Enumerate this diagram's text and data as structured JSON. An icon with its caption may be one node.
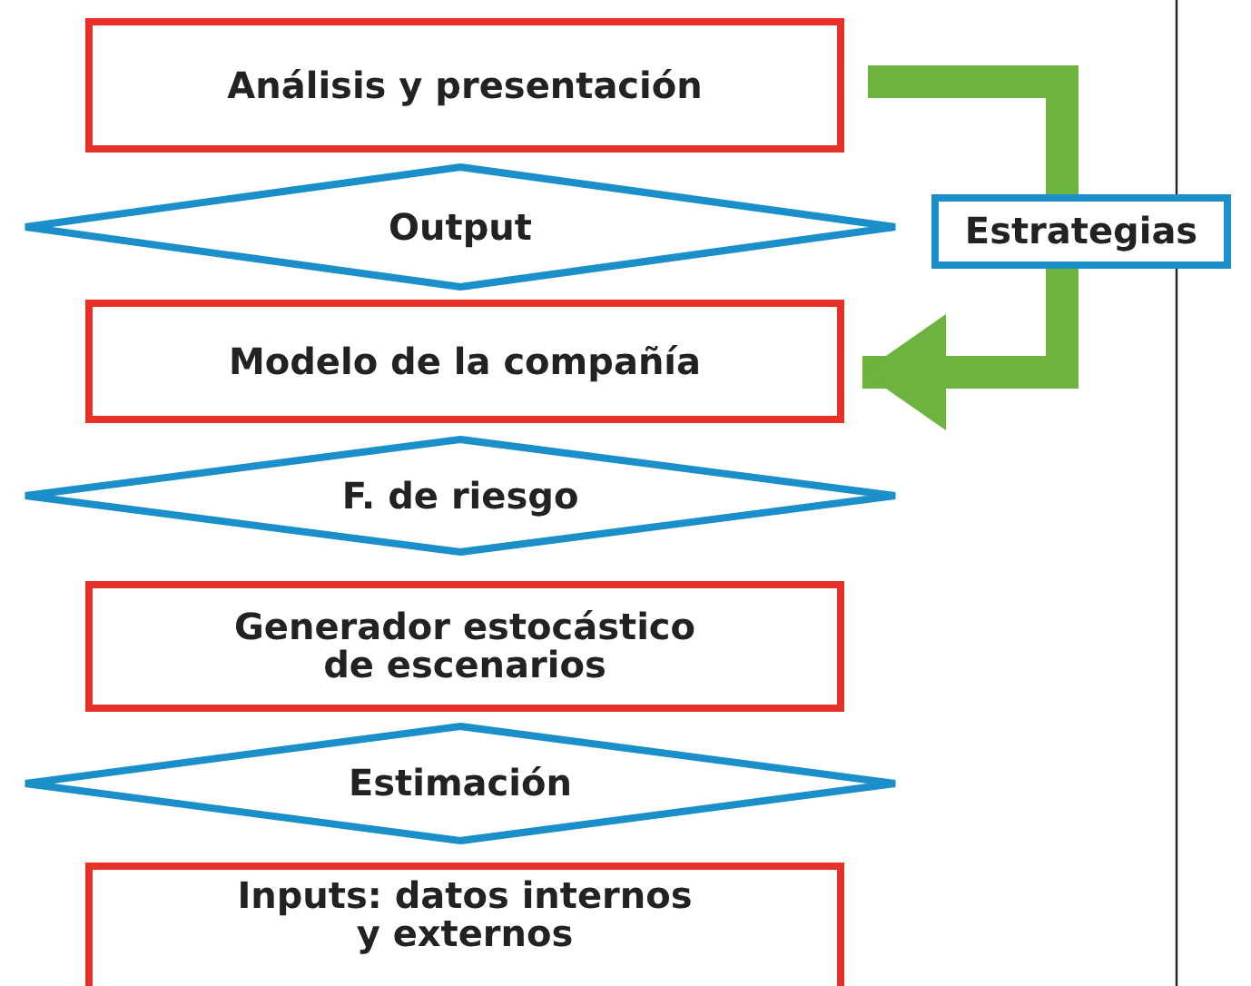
{
  "diagram": {
    "nodes": [
      {
        "text": [
          "Análisis y presentación"
        ]
      },
      {
        "text": [
          "Output"
        ]
      },
      {
        "text": [
          "Modelo de la compañía"
        ]
      },
      {
        "text": [
          "F. de riesgo"
        ]
      },
      {
        "text": [
          "Generador estocástico de escenarios"
        ]
      },
      {
        "text": [
          "Estimación"
        ]
      },
      {
        "text": [
          "Inputs: datos internos y externos"
        ]
      },
      {
        "text": [
          "Estrategias"
        ]
      }
    ],
    "edges": [
      {
        "from": 0,
        "to": 7,
        "arrow": "none",
        "color": "#6db33f"
      },
      {
        "from": 7,
        "to": 2,
        "arrow": "to",
        "color": "#6db33f"
      }
    ]
  }
}
